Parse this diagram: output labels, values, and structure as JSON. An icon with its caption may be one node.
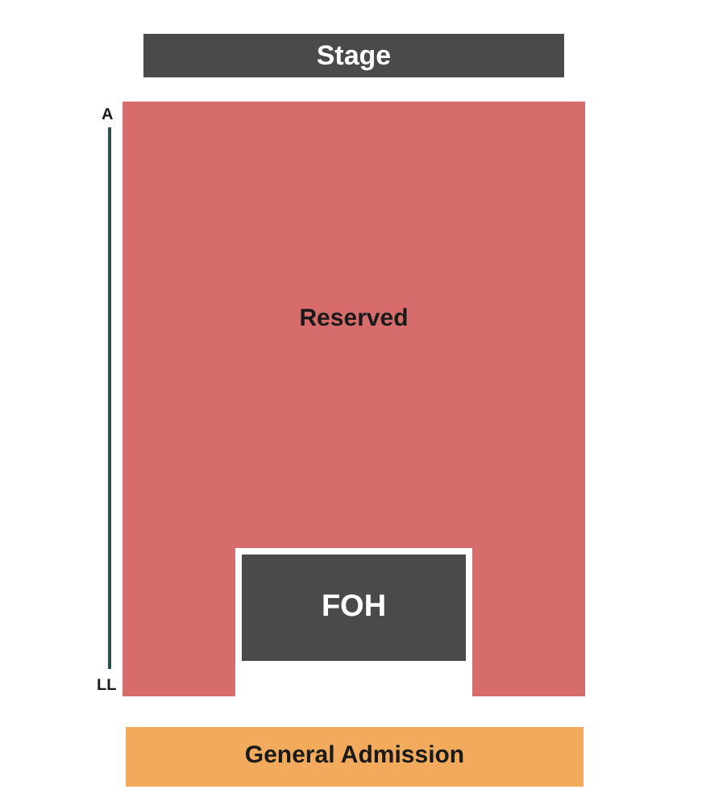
{
  "diagram": {
    "nodes": [
      {
        "text": [
          "Stage"
        ]
      },
      {
        "text": [
          "Reserved"
        ]
      },
      {
        "text": [
          "FOH"
        ]
      },
      {
        "text": [
          "General Admission"
        ]
      }
    ],
    "labels": [
      "A",
      "LL"
    ]
  }
}
